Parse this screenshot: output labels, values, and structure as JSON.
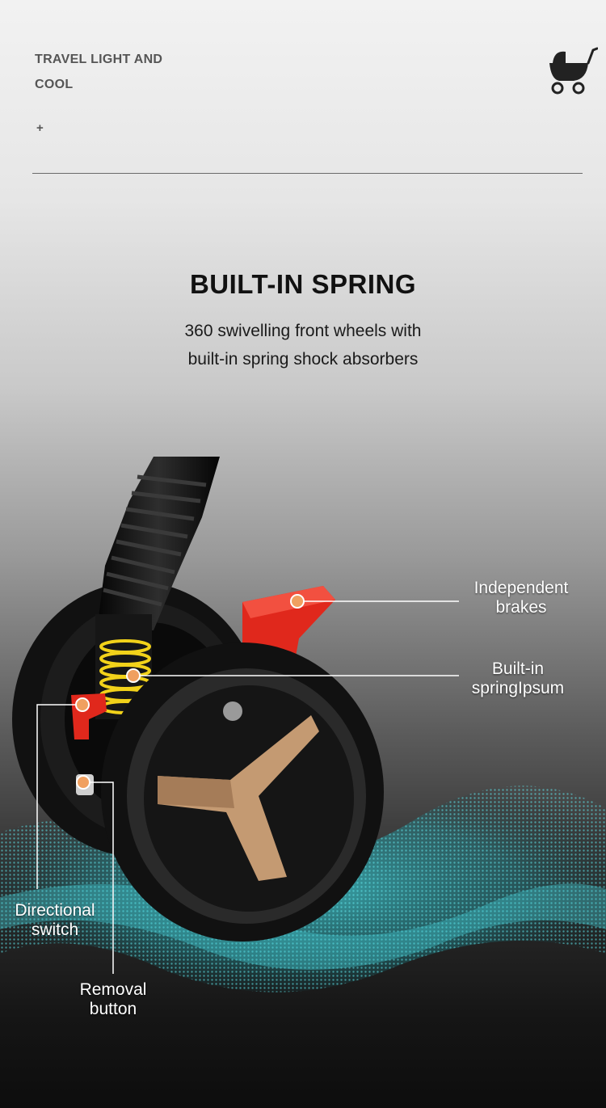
{
  "header": {
    "tagline_line1": "TRAVEL LIGHT AND",
    "tagline_line2": "COOL",
    "plus_mark": "+",
    "brand_icon": "stroller-icon"
  },
  "hero": {
    "title": "BUILT-IN SPRING",
    "subtitle_line1": "360  swivelling front wheels with",
    "subtitle_line2": "built-in spring shock absorbers"
  },
  "callouts": {
    "brakes": {
      "line1": "Independent",
      "line2": "brakes"
    },
    "spring": {
      "line1": "Built-in",
      "line2": "springIpsum"
    },
    "directional": {
      "line1": "Directional",
      "line2": "switch"
    },
    "removal": {
      "line1": "Removal",
      "line2": "button"
    }
  },
  "colors": {
    "accent_dot": "#f0a060",
    "leader_line": "#ffffff",
    "brake_red": "#e0281c",
    "spring_yellow": "#f2d21a",
    "wheel_black": "#141414",
    "hub_tan": "#c49a72",
    "wave_cyan": "#3fd0d8"
  }
}
